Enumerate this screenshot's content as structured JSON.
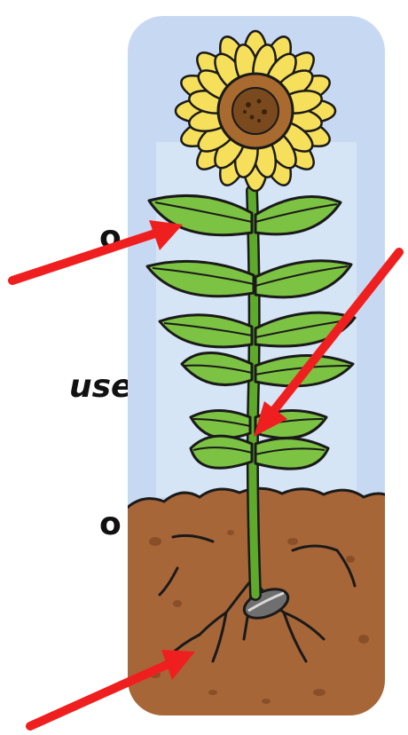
{
  "text_fragments": [
    "o",
    "use",
    "o"
  ],
  "colors": {
    "sky": "#c7d9f2",
    "soil": "#a76638",
    "stem": "#5eaa2a",
    "leaf": "#7cc243",
    "petal": "#f6df5b",
    "center": "#a86a2f",
    "arrow": "#ef1f1f"
  },
  "icons": [
    "sunflower-plant",
    "seed",
    "roots",
    "arrow"
  ]
}
